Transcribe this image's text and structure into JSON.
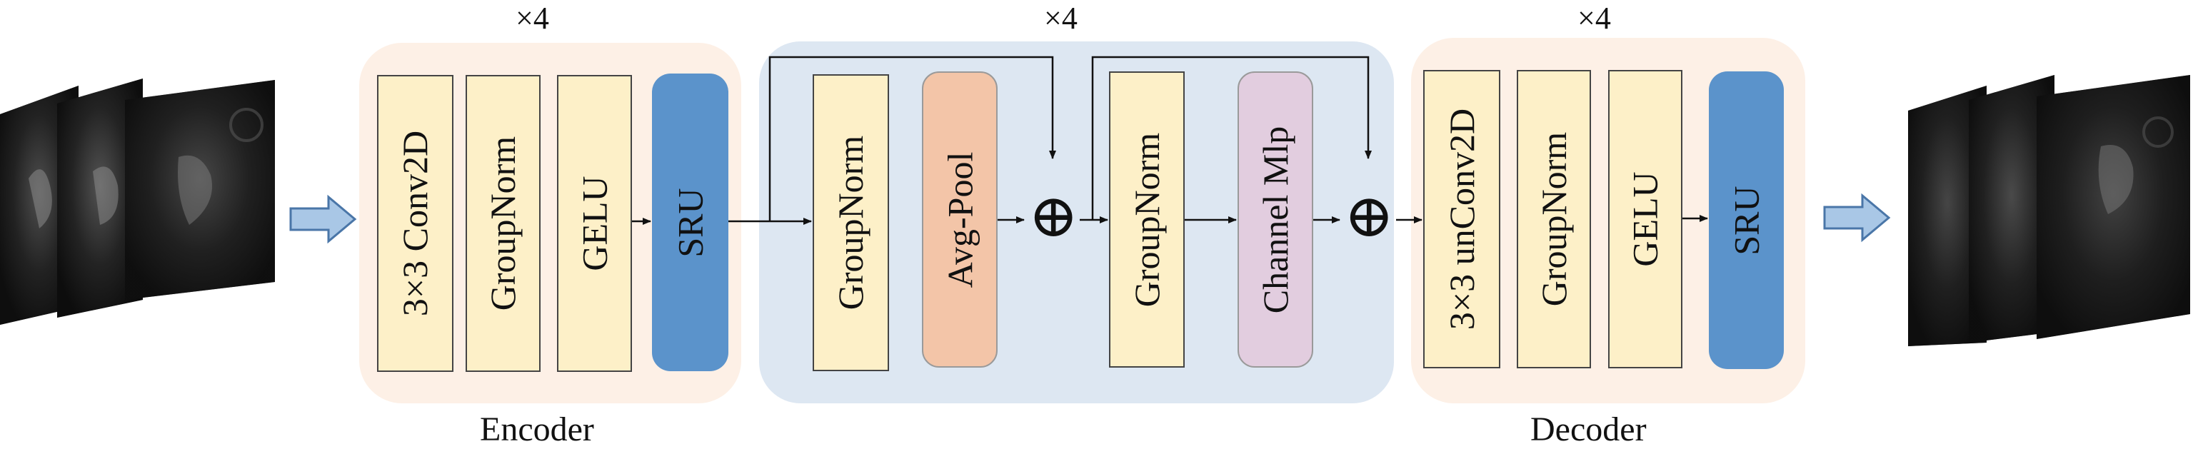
{
  "repeat_label": "×4",
  "encoder": {
    "title": "Encoder",
    "blocks": [
      "3×3 Conv2D",
      "GroupNorm",
      "GELU",
      "SRU"
    ]
  },
  "translator": {
    "blocks": [
      "GroupNorm",
      "Avg-Pool",
      "GroupNorm",
      "Channel Mlp"
    ],
    "add_symbol": "⊕"
  },
  "decoder": {
    "title": "Decoder",
    "blocks": [
      "3×3 unConv2D",
      "GroupNorm",
      "GELU",
      "SRU"
    ]
  },
  "colors": {
    "encoder_bg": "#fdf0e6",
    "translator_bg": "#dde7f2",
    "norm_block": "#fdf0c8",
    "sru_block": "#5b93cb",
    "pool_block": "#f3c5a8",
    "mlp_block": "#e2cddf",
    "arrow_fill": "#a9c7e6"
  }
}
